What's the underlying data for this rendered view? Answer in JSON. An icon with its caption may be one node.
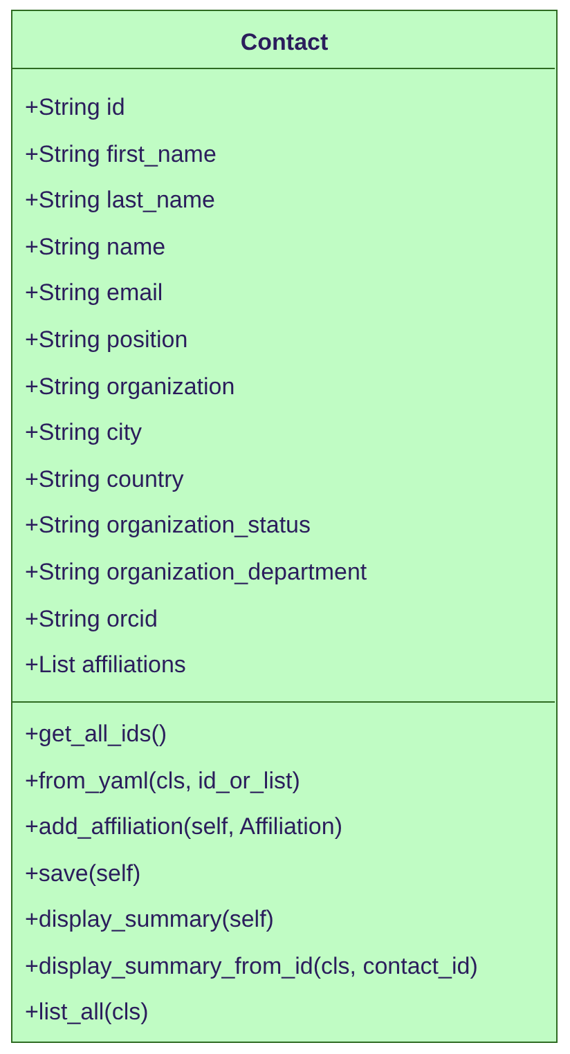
{
  "diagram": {
    "nodes": [
      {
        "text": [
          "Contact"
        ]
      },
      {
        "text": [
          "+String id",
          "+String first_name",
          "+String last_name",
          "+String name",
          "+String email",
          "+String position",
          "+String organization",
          "+String city",
          "+String country",
          "+String organization_status",
          "+String organization_department",
          "+String orcid",
          "+List affiliations"
        ],
        "in": 0
      },
      {
        "text": [
          "+get_all_ids()",
          "+from_yaml(cls, id_or_list)",
          "+add_affiliation(self, Affiliation)",
          "+save(self)",
          "+display_summary(self)",
          "+display_summary_from_id(cls, contact_id)",
          "+list_all(cls)"
        ],
        "in": 0
      }
    ]
  }
}
